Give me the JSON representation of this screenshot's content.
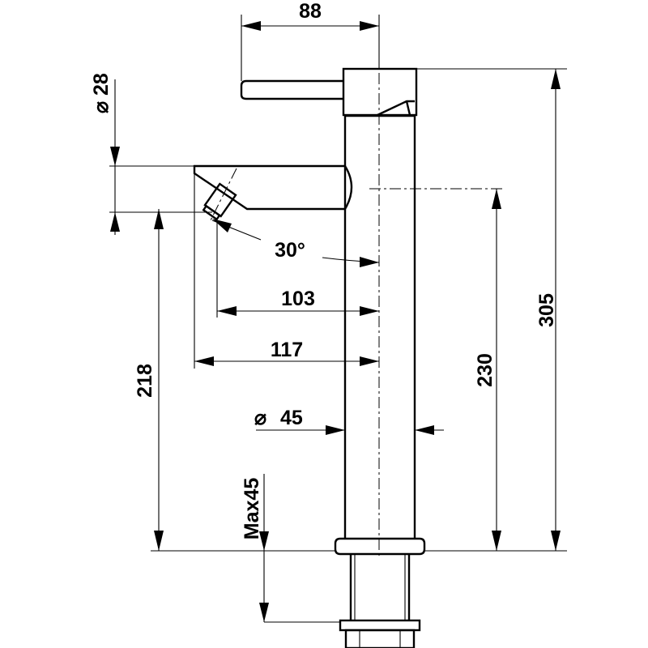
{
  "diagram": {
    "dimensions": {
      "handle_diameter": "28",
      "handle_reach": "88",
      "total_height": "305",
      "spout_height": "230",
      "outlet_height": "218",
      "outlet_angle": "30°",
      "outlet_reach_tip": "103",
      "outlet_reach_total": "117",
      "body_diameter": "45",
      "deck_max": "Max45"
    },
    "symbols": {
      "diameter": "⌀"
    }
  }
}
